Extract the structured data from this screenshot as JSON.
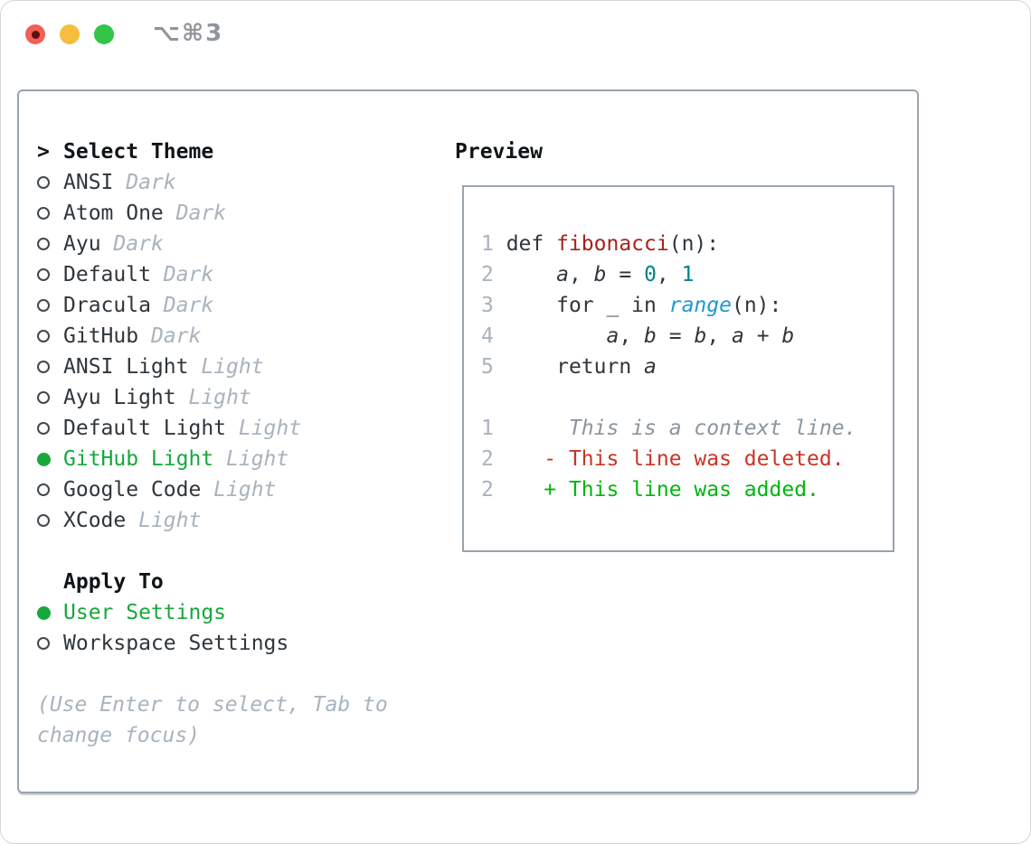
{
  "titlebar": {
    "title": "⌥⌘3",
    "buttons": [
      "close",
      "minimize",
      "zoom"
    ]
  },
  "theme_panel": {
    "prompt": ">",
    "header": "Select Theme",
    "themes": [
      {
        "name": "ANSI",
        "variant": "Dark",
        "selected": false
      },
      {
        "name": "Atom One",
        "variant": "Dark",
        "selected": false
      },
      {
        "name": "Ayu",
        "variant": "Dark",
        "selected": false
      },
      {
        "name": "Default",
        "variant": "Dark",
        "selected": false
      },
      {
        "name": "Dracula",
        "variant": "Dark",
        "selected": false
      },
      {
        "name": "GitHub",
        "variant": "Dark",
        "selected": false
      },
      {
        "name": "ANSI Light",
        "variant": "Light",
        "selected": false
      },
      {
        "name": "Ayu Light",
        "variant": "Light",
        "selected": false
      },
      {
        "name": "Default Light",
        "variant": "Light",
        "selected": false
      },
      {
        "name": "GitHub Light",
        "variant": "Light",
        "selected": true
      },
      {
        "name": "Google Code",
        "variant": "Light",
        "selected": false
      },
      {
        "name": "XCode",
        "variant": "Light",
        "selected": false
      }
    ],
    "apply_to": {
      "header": "Apply To",
      "options": [
        {
          "label": "User Settings",
          "selected": true
        },
        {
          "label": "Workspace Settings",
          "selected": false
        }
      ]
    },
    "hint_lines": [
      "(Use Enter to select, Tab to",
      "change focus)"
    ]
  },
  "preview": {
    "header": "Preview",
    "lines": [
      {
        "num": "1",
        "tokens": [
          {
            "type": "plain",
            "text": "def "
          },
          {
            "type": "func",
            "text": "fibonacci"
          },
          {
            "type": "plain",
            "text": "(n):"
          }
        ]
      },
      {
        "num": "2",
        "tokens": [
          {
            "type": "plain",
            "text": "    "
          },
          {
            "type": "var",
            "text": "a"
          },
          {
            "type": "plain",
            "text": ", "
          },
          {
            "type": "var",
            "text": "b"
          },
          {
            "type": "plain",
            "text": " = "
          },
          {
            "type": "num",
            "text": "0"
          },
          {
            "type": "plain",
            "text": ", "
          },
          {
            "type": "num",
            "text": "1"
          }
        ]
      },
      {
        "num": "3",
        "tokens": [
          {
            "type": "plain",
            "text": "    for _ in "
          },
          {
            "type": "builtin",
            "text": "range"
          },
          {
            "type": "plain",
            "text": "(n):"
          }
        ]
      },
      {
        "num": "4",
        "tokens": [
          {
            "type": "plain",
            "text": "        "
          },
          {
            "type": "var",
            "text": "a"
          },
          {
            "type": "plain",
            "text": ", "
          },
          {
            "type": "var",
            "text": "b"
          },
          {
            "type": "plain",
            "text": " = "
          },
          {
            "type": "var",
            "text": "b"
          },
          {
            "type": "plain",
            "text": ", "
          },
          {
            "type": "var",
            "text": "a"
          },
          {
            "type": "plain",
            "text": " + "
          },
          {
            "type": "var",
            "text": "b"
          }
        ]
      },
      {
        "num": "5",
        "tokens": [
          {
            "type": "plain",
            "text": "    return "
          },
          {
            "type": "var",
            "text": "a"
          }
        ]
      },
      {
        "num": "",
        "tokens": []
      },
      {
        "num": "1",
        "tokens": [
          {
            "type": "context",
            "text": "     This is a context line."
          }
        ]
      },
      {
        "num": "2",
        "tokens": [
          {
            "type": "deleted",
            "text": "   - This line was deleted."
          }
        ]
      },
      {
        "num": "2",
        "tokens": [
          {
            "type": "added",
            "text": "   + This line was added."
          }
        ]
      }
    ]
  },
  "colors": {
    "accent_green": "#17a83c",
    "added_green": "#00b50f",
    "deleted_red": "#c93426",
    "function_red": "#a5231a",
    "number_teal": "#00828c",
    "builtin_blue": "#1f97d1",
    "muted_gray": "#a9b3bd",
    "border_gray": "#9aa4ae",
    "traffic_red": "#f16056",
    "traffic_yellow": "#f6bd3e",
    "traffic_green": "#32c548"
  }
}
